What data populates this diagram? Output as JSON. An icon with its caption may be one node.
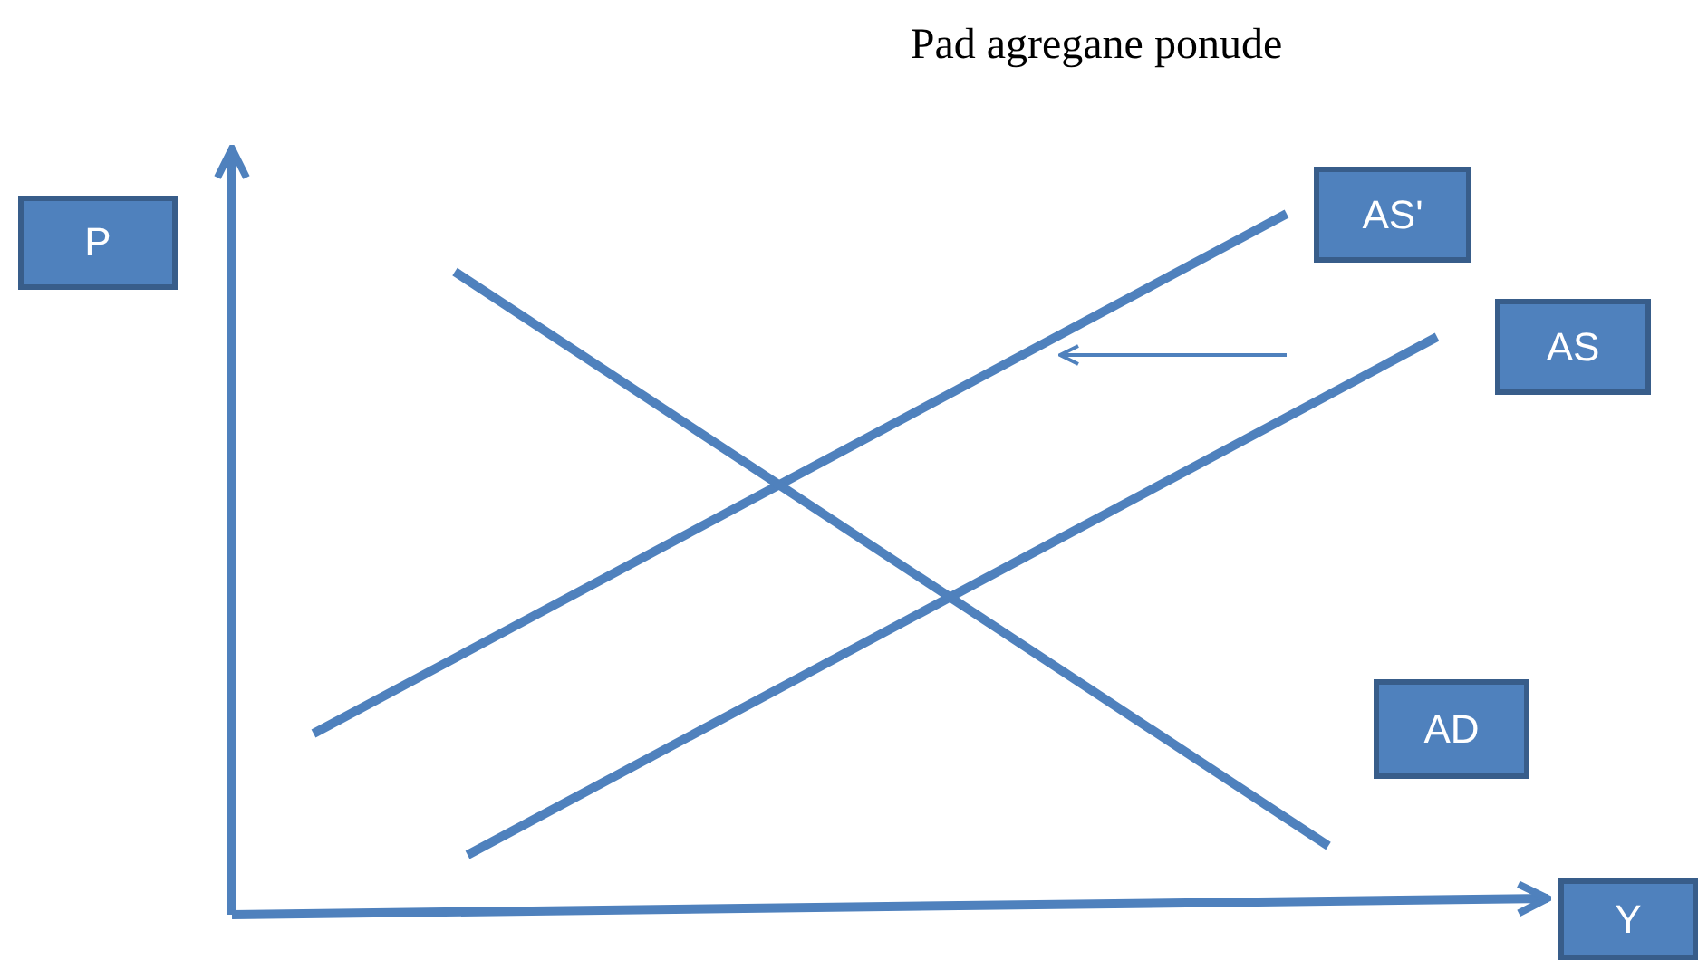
{
  "diagram": {
    "title": "Pad agregane ponude",
    "nodes": [
      {
        "text": [
          "P"
        ]
      },
      {
        "text": [
          "AS'"
        ]
      },
      {
        "text": [
          "AS"
        ]
      },
      {
        "text": [
          "AD"
        ]
      },
      {
        "text": [
          "Y"
        ]
      }
    ]
  }
}
